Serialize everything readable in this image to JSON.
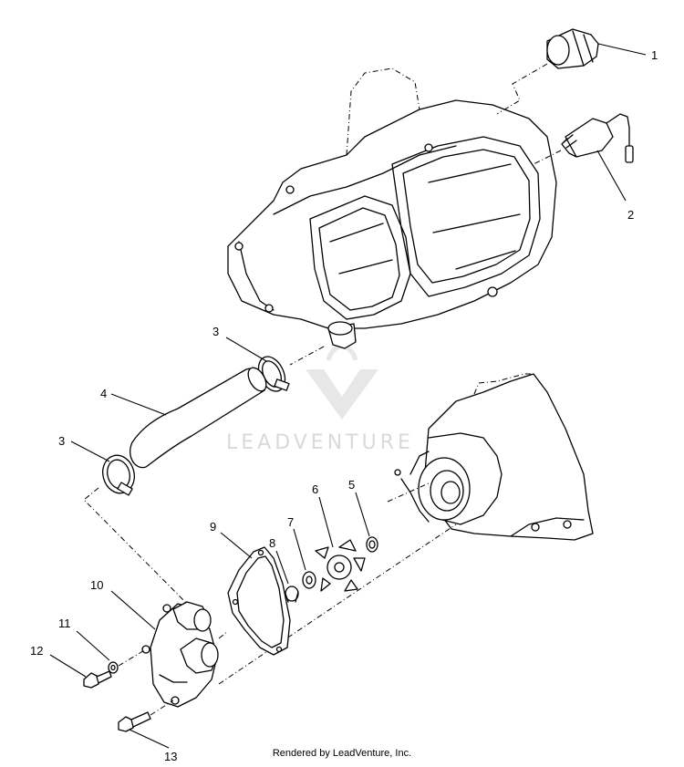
{
  "watermark": {
    "text": "LEADVENTURE"
  },
  "footer": {
    "text": "Rendered by LeadVenture, Inc."
  },
  "callouts": {
    "c1": "1",
    "c2": "2",
    "c3a": "3",
    "c3b": "3",
    "c4": "4",
    "c5": "5",
    "c6": "6",
    "c7": "7",
    "c8": "8",
    "c9": "9",
    "c10": "10",
    "c11": "11",
    "c12": "12",
    "c13": "13"
  }
}
